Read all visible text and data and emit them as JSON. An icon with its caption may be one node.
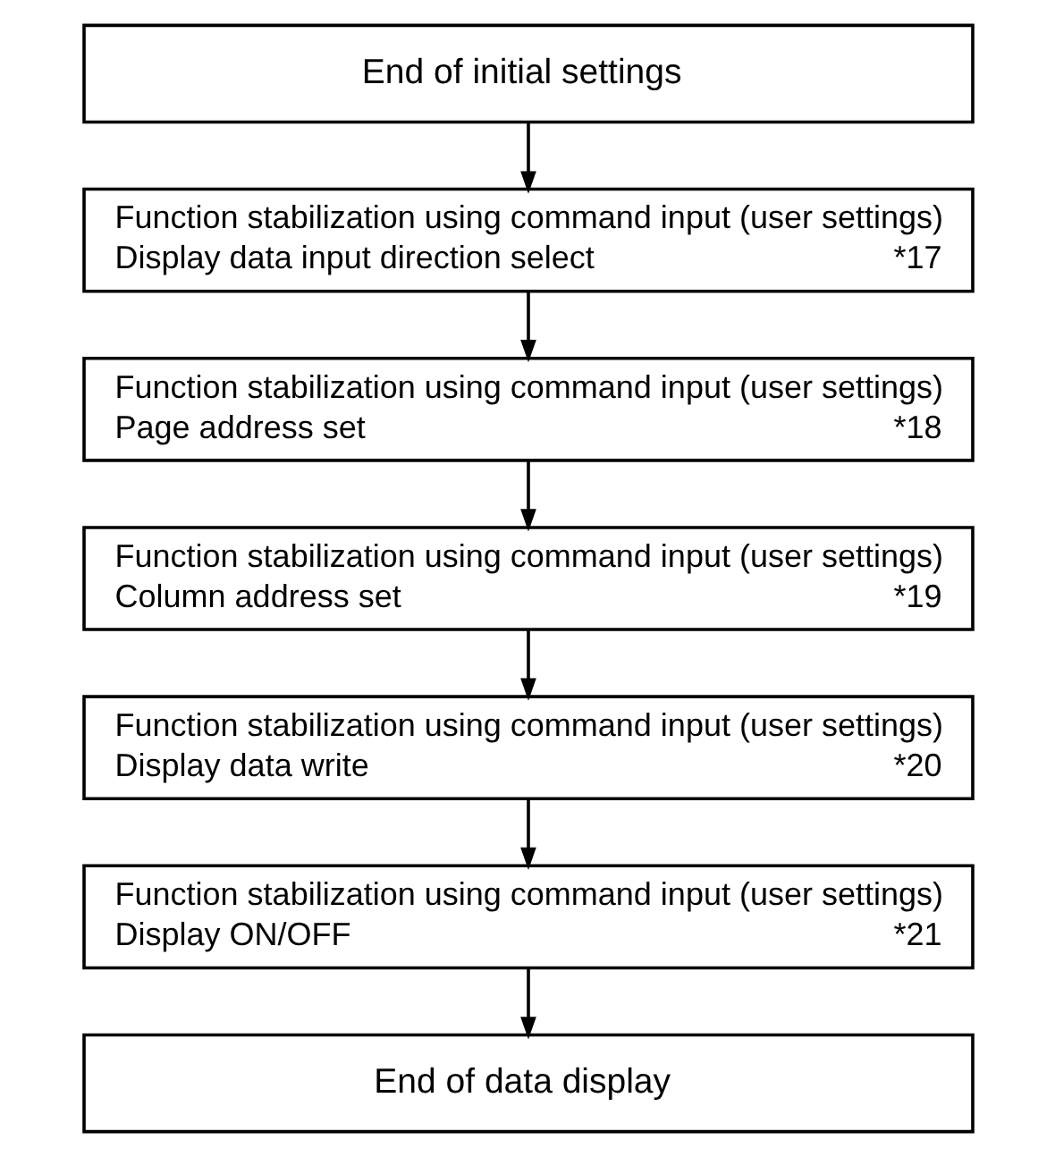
{
  "diagram": {
    "nodes": [
      {
        "text": [
          "End of initial settings"
        ]
      },
      {
        "text": [
          "Function stabilization using command input (user settings)",
          "Display data input direction select",
          "*17"
        ]
      },
      {
        "text": [
          "Function stabilization using command input (user settings)",
          "Page address set",
          "*18"
        ]
      },
      {
        "text": [
          "Function stabilization using command input (user settings)",
          "Column address set",
          "*19"
        ]
      },
      {
        "text": [
          "Function stabilization using command input (user settings)",
          "Display data write",
          "*20"
        ]
      },
      {
        "text": [
          "Function stabilization using command input (user settings)",
          "Display ON/OFF",
          "*21"
        ]
      },
      {
        "text": [
          "End of data display"
        ]
      }
    ],
    "edges": [
      {
        "from": 0,
        "to": 1,
        "arrow": "to"
      },
      {
        "from": 1,
        "to": 2,
        "arrow": "to"
      },
      {
        "from": 2,
        "to": 3,
        "arrow": "to"
      },
      {
        "from": 3,
        "to": 4,
        "arrow": "to"
      },
      {
        "from": 4,
        "to": 5,
        "arrow": "to"
      },
      {
        "from": 5,
        "to": 6,
        "arrow": "to"
      }
    ]
  }
}
